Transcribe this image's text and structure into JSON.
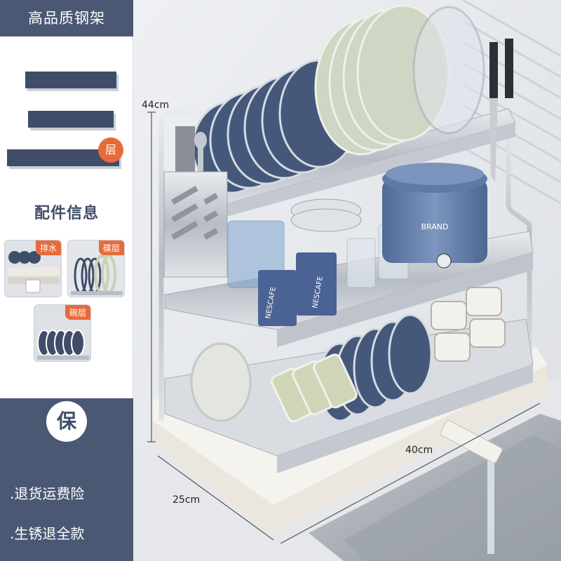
{
  "sidebar": {
    "title": "高品质钢架",
    "tier_badge": "层",
    "section_heading": "配件信息",
    "thumbnails": [
      {
        "label": "排水",
        "icon": "drain-icon"
      },
      {
        "label": "碟层",
        "icon": "plate-layer-icon"
      },
      {
        "label": "碗层",
        "icon": "bowl-layer-icon"
      }
    ],
    "guarantee": {
      "badge": "保",
      "items": [
        ".退货运费险",
        ".生锈退全款"
      ]
    }
  },
  "product": {
    "dimensions": {
      "height": "44cm",
      "width": "40cm",
      "depth": "25cm"
    },
    "printed_labels": [
      "BRAND",
      "NESCAFE",
      "NESCAFE"
    ]
  },
  "colors": {
    "navy": "#3f4d69",
    "panel": "#4a5873",
    "accent": "#e86a3a",
    "steel": "#c4c9d1"
  }
}
